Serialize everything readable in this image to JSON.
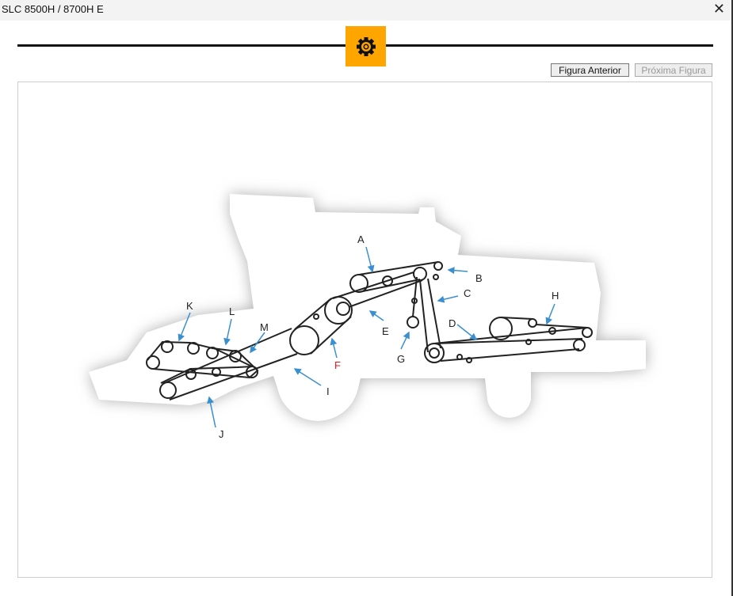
{
  "window": {
    "title": "SLC 8500H / 8700H E",
    "close_icon": "close-icon"
  },
  "toolbar": {
    "icon": "gear-icon",
    "accent": "#ffa500",
    "prev_label": "Figura Anterior",
    "next_label": "Próxima Figura"
  },
  "diagram": {
    "labels": {
      "A": "A",
      "B": "B",
      "C": "C",
      "D": "D",
      "E": "E",
      "F": "F",
      "G": "G",
      "H": "H",
      "I": "I",
      "J": "J",
      "K": "K",
      "L": "L",
      "M": "M"
    },
    "highlight_color": "#e8141c",
    "arrow_color": "#3a8fd0"
  }
}
